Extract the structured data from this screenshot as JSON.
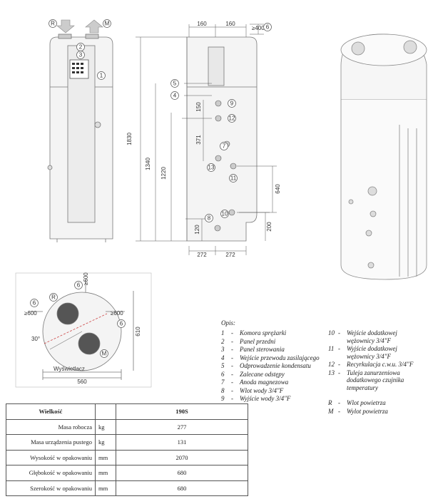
{
  "views": {
    "front": {
      "callouts": [
        "R",
        "M",
        "2",
        "3",
        "1"
      ]
    },
    "side": {
      "dims": {
        "inlet_r": "160",
        "inlet_m": "160",
        "clearance_top": "≥400",
        "height_total": "1830",
        "height_1340": "1340",
        "height_1220": "1220",
        "h150": "150",
        "h371": "371",
        "h640": "640",
        "h120": "120",
        "h200": "200",
        "w272_a": "272",
        "w272_b": "272"
      },
      "callouts": [
        "6",
        "5",
        "4",
        "9",
        "12",
        "7",
        "13",
        "11",
        "8",
        "10"
      ]
    },
    "top": {
      "dims": {
        "d600_top": "≥600",
        "d600_left": "≥600",
        "d600_right": "≥600",
        "h610": "610",
        "angle": "30°",
        "w560": "560"
      },
      "callouts": [
        "6",
        "6",
        "6",
        "R",
        "M"
      ],
      "display_label": "Wyświetlacz"
    }
  },
  "legend": {
    "title": "Opis:",
    "col1": [
      {
        "num": "1",
        "text": "Komora sprężarki"
      },
      {
        "num": "2",
        "text": "Panel przedni"
      },
      {
        "num": "3",
        "text": "Panel sterowania"
      },
      {
        "num": "4",
        "text": "Wejście przewodu zasilającego"
      },
      {
        "num": "5",
        "text": "Odprowadzenie kondensatu"
      },
      {
        "num": "6",
        "text": "Zalecane odstępy"
      },
      {
        "num": "7",
        "text": "Anoda magnezowa"
      },
      {
        "num": "8",
        "text": "Wlot wody 3/4\"F"
      },
      {
        "num": "9",
        "text": "Wyjście wody 3/4\"F"
      }
    ],
    "col2": [
      {
        "num": "10",
        "text": "Wejście dodatkowej wężownicy 3/4\"F"
      },
      {
        "num": "11",
        "text": "Wyjście dodatkowej wężownicy 3/4\"F"
      },
      {
        "num": "12",
        "text": "Recyrkulacja c.w.u. 3/4\"F"
      },
      {
        "num": "13",
        "text": "Tuleja zanurzeniowa dodatkowego czujnika temperatury"
      }
    ],
    "col2_air": [
      {
        "num": "R",
        "text": "Wlot powietrza"
      },
      {
        "num": "M",
        "text": "Wylot powietrza"
      }
    ]
  },
  "spec_table": {
    "header": [
      "Wielkość",
      "",
      "190S"
    ],
    "rows": [
      [
        "Masa robocza",
        "kg",
        "277"
      ],
      [
        "Masa urządzenia pustego",
        "kg",
        "131"
      ],
      [
        "Wysokość w opakowaniu",
        "mm",
        "2070"
      ],
      [
        "Głębokość w opakowaniu",
        "mm",
        "680"
      ],
      [
        "Szerokość w opakowaniu",
        "mm",
        "680"
      ]
    ]
  }
}
